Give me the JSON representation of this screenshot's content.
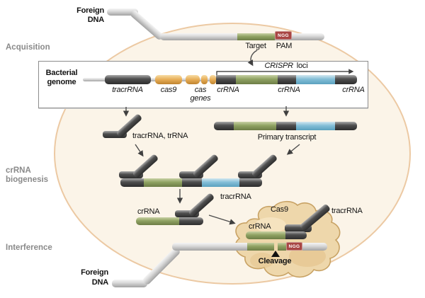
{
  "stages": {
    "acquisition": "Acquisition",
    "crrna_biogenesis": [
      "crRNA",
      "biogenesis"
    ],
    "interference": "Interference"
  },
  "foreign_dna_top": [
    "Foreign",
    "DNA"
  ],
  "foreign_dna_bottom": [
    "Foreign",
    "DNA"
  ],
  "genome_box": {
    "label": [
      "Bacterial",
      "genome"
    ],
    "genes": {
      "tracrrna": "tracrRNA",
      "cas9": "cas9",
      "cas_genes": [
        "cas",
        "genes"
      ],
      "crrna_1": "crRNA",
      "crrna_2": "crRNA",
      "crrna_3": "crRNA"
    },
    "crispr_loci": {
      "italic": "CRISPR",
      "regular": "loci"
    }
  },
  "target_site": {
    "target": "Target",
    "pam": "PAM",
    "ngg": "NGG"
  },
  "biogenesis": {
    "tracrrna_trrna": "tracrRNA, trRNA",
    "primary_transcript": "Primary transcript",
    "crrna": "crRNA",
    "tracrrna": "tracrRNA"
  },
  "interference_complex": {
    "cas9": "Cas9",
    "tracrrna": "tracrRNA",
    "crrna": "crRNA",
    "ngg": "NGG",
    "cleavage": "Cleavage"
  },
  "colors": {
    "dna_gray": "#d8d8d8",
    "rod_dark": "#4f4f4f",
    "spacer_green": "#8fa262",
    "spacer_blue": "#84bed7",
    "cas_orange": "#e6ac55",
    "pam_red": "#a84543",
    "cell_fill": "#fbf4e8",
    "cell_border": "#ecc9a3",
    "cas9_fill": "#eed7ab",
    "cas9_border": "#c8a264",
    "stage_gray": "#8a8a8a"
  }
}
